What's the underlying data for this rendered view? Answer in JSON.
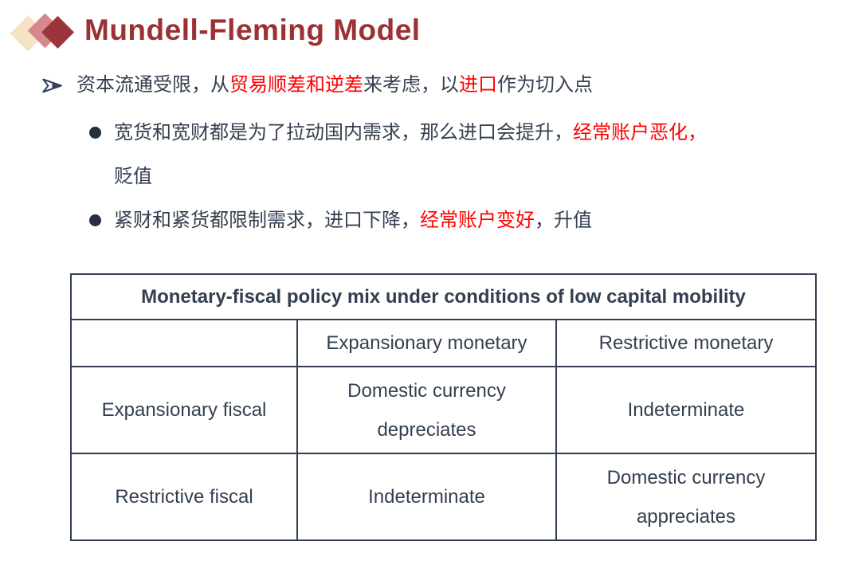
{
  "slide": {
    "title": "Mundell-Fleming Model"
  },
  "colors": {
    "title_text": "#9C3134",
    "body_text": "#333F50",
    "highlight_red": "#FF0000",
    "table_border": "#333F50",
    "diamond_beige": "#F4E4C4",
    "diamond_pink": "#D5898E",
    "diamond_dark_red": "#9C343B"
  },
  "bullets": {
    "level1": {
      "marker": "arrowhead-right",
      "seg1": "资本流通受限，从",
      "seg2_red": "贸易顺差和逆差",
      "seg3": "来考虑，以",
      "seg4_red": "进口",
      "seg5": "作为切入点"
    },
    "sub1": {
      "marker": "filled-circle",
      "line1_seg1": "宽货和宽财都是为了拉动国内需求，那么进口会提升，",
      "line1_seg2_red": "经常账户恶化，",
      "line2": "贬值"
    },
    "sub2": {
      "marker": "filled-circle",
      "seg1": "紧财和紧货都限制需求，进口下降，",
      "seg2_red": "经常账户变好",
      "seg3": "，升值"
    }
  },
  "table": {
    "title": "Monetary-fiscal policy mix under conditions of low capital mobility",
    "header": {
      "col1": "",
      "col2": "Expansionary monetary",
      "col3": "Restrictive monetary"
    },
    "row_expansionary": {
      "label": "Expansionary fiscal",
      "expansionary_monetary_line1": "Domestic currency",
      "expansionary_monetary_line2": "depreciates",
      "restrictive_monetary": "Indeterminate"
    },
    "row_restrictive": {
      "label": "Restrictive fiscal",
      "expansionary_monetary": "Indeterminate",
      "restrictive_monetary_line1": "Domestic currency",
      "restrictive_monetary_line2": "appreciates"
    }
  }
}
